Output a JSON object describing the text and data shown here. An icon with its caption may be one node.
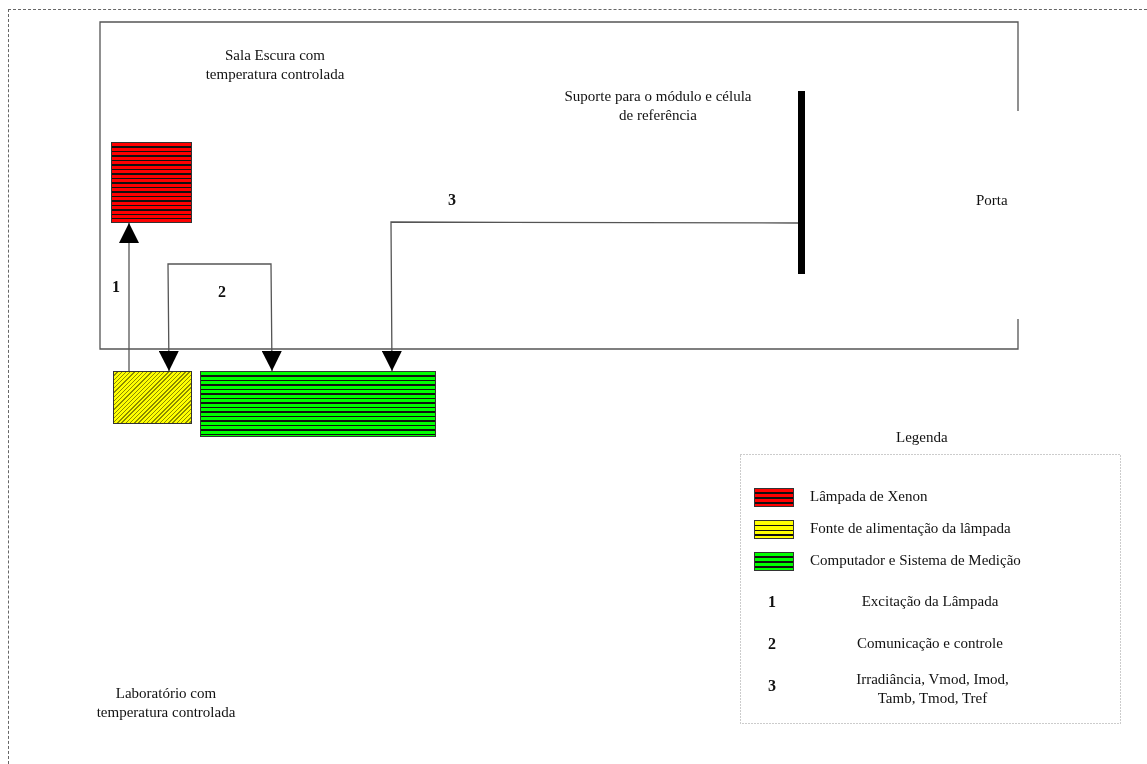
{
  "diagram": {
    "nodes": [
      {
        "text": [
          "Laboratório com temperatura controlada"
        ]
      },
      {
        "text": [
          "Sala Escura com temperatura controlada"
        ],
        "in": 0
      },
      {
        "text": [],
        "shape": "box",
        "in": 1
      },
      {
        "text": [],
        "shape": "box",
        "in": 0
      },
      {
        "text": [],
        "shape": "box",
        "in": 0
      },
      {
        "text": [],
        "shape": "bar",
        "in": 1,
        "beside": [
          "Suporte para o módulo e célula de referência"
        ]
      }
    ],
    "edges": [
      {
        "from": 3,
        "to": 2,
        "arrow": "to",
        "label": "1"
      },
      {
        "from": 3,
        "to": 4,
        "arrow": "both",
        "label": "2"
      },
      {
        "from": 5,
        "to": 4,
        "arrow": "to",
        "label": "3"
      }
    ],
    "labels": [
      "Porta",
      "Legenda",
      "1",
      "Excitação da Lâmpada",
      "2",
      "Comunicação e controle",
      "3",
      "Irradiância, Vmod, Imod, Tamb, Tmod, Tref"
    ],
    "legend": [
      {
        "text": "Lâmpada de Xenon",
        "color": "#ff0000"
      },
      {
        "text": "Fonte de alimentação da lâmpada",
        "color": "#ffff00"
      },
      {
        "text": "Computador e Sistema de Medição",
        "color": "#00ff00"
      }
    ]
  }
}
